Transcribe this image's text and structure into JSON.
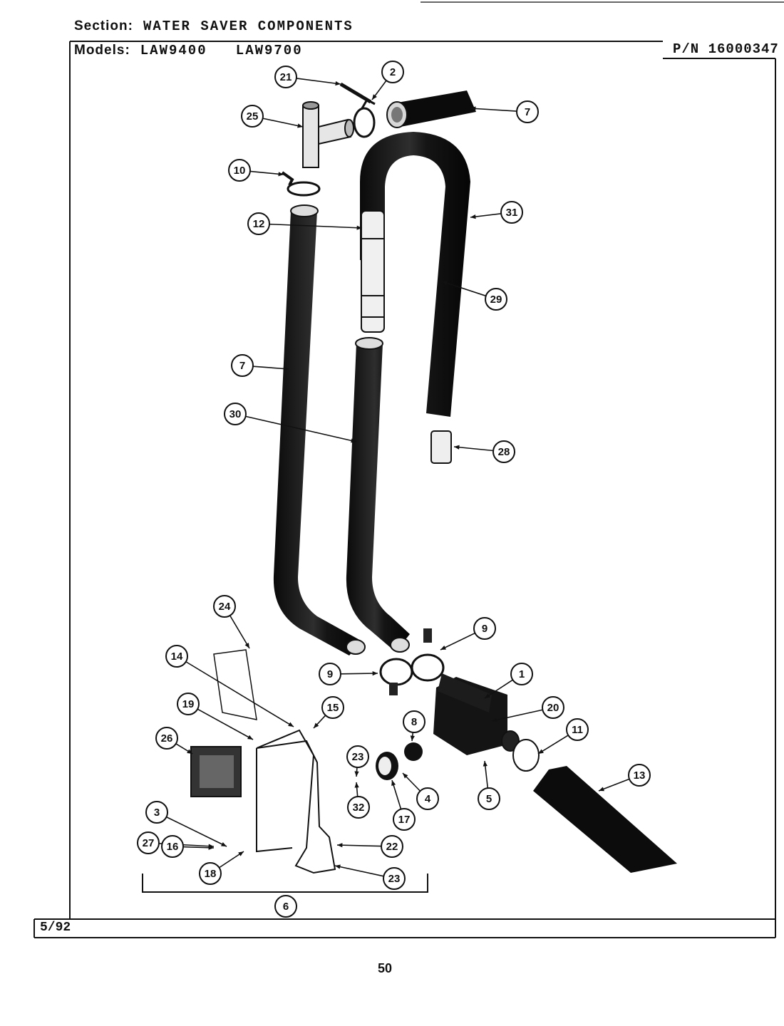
{
  "header": {
    "section_label": "Section:",
    "section_value": "WATER SAVER COMPONENTS",
    "models_label": "Models:",
    "models_value": "LAW9400   LAW9700",
    "part_number": "P/N 16000347"
  },
  "footer": {
    "date": "5/92",
    "page_number": "50"
  },
  "callouts": [
    "21",
    "2",
    "25",
    "7",
    "10",
    "31",
    "12",
    "29",
    "7",
    "30",
    "28",
    "24",
    "9",
    "14",
    "9",
    "15",
    "19",
    "1",
    "20",
    "8",
    "11",
    "26",
    "23",
    "13",
    "4",
    "5",
    "32",
    "17",
    "3",
    "22",
    "27",
    "16",
    "18",
    "23",
    "6"
  ]
}
